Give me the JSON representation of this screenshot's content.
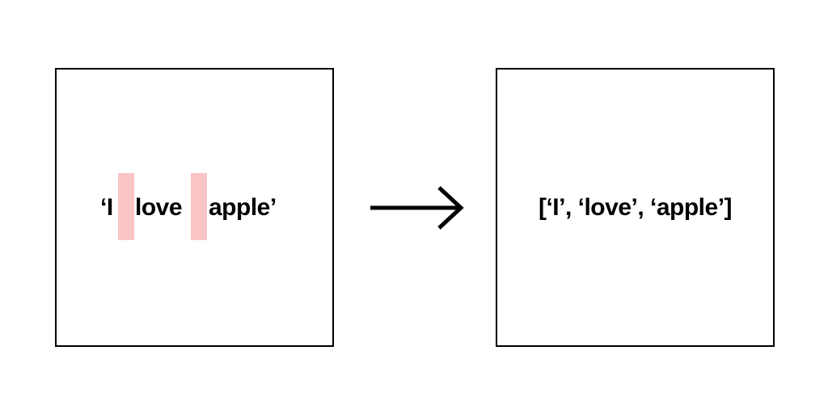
{
  "input": {
    "tokens": [
      "‘I",
      "love",
      "apple’"
    ],
    "delimiter_highlight_color": "#f9c5c5"
  },
  "output": {
    "text": "[‘I’, ‘love’, ‘apple’]"
  },
  "arrow": {
    "icon": "right-arrow-icon"
  }
}
